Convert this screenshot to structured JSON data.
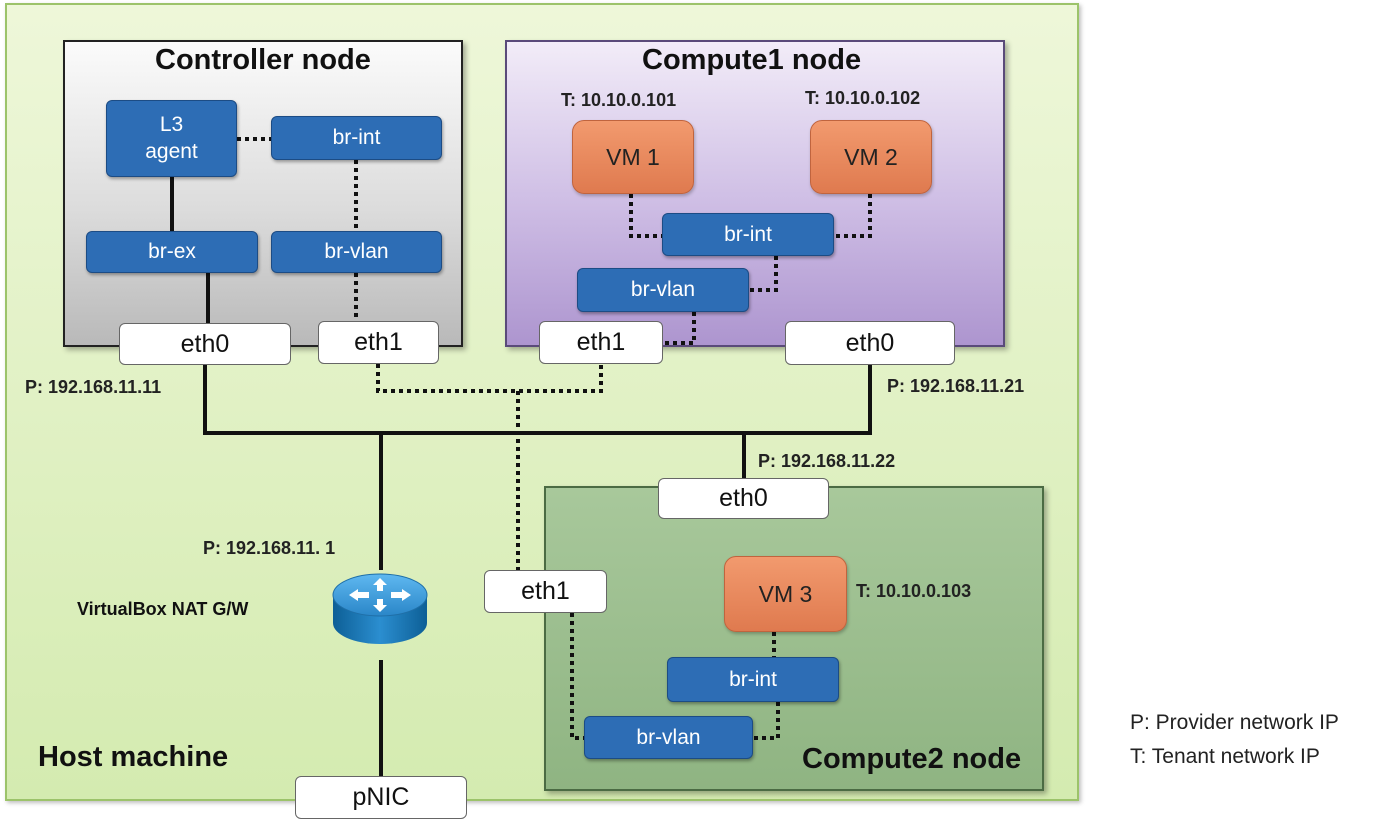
{
  "host": {
    "title": "Host machine"
  },
  "controller": {
    "title": "Controller node",
    "l3_agent_line1": "L3",
    "l3_agent_line2": "agent",
    "br_int": "br-int",
    "br_ex": "br-ex",
    "br_vlan": "br-vlan",
    "eth0": "eth0",
    "eth1": "eth1",
    "eth0_ip": "P: 192.168.11.11"
  },
  "compute1": {
    "title": "Compute1 node",
    "vm1": "VM 1",
    "vm2": "VM 2",
    "vm1_ip": "T: 10.10.0.101",
    "vm2_ip": "T: 10.10.0.102",
    "br_int": "br-int",
    "br_vlan": "br-vlan",
    "eth1": "eth1",
    "eth0": "eth0",
    "eth0_ip": "P: 192.168.11.21"
  },
  "compute2": {
    "title": "Compute2 node",
    "vm3": "VM 3",
    "vm3_ip": "T: 10.10.0.103",
    "br_int": "br-int",
    "br_vlan": "br-vlan",
    "eth0": "eth0",
    "eth1": "eth1",
    "eth0_ip": "P: 192.168.11.22"
  },
  "gateway": {
    "label": "VirtualBox NAT G/W",
    "ip": "P: 192.168.11. 1",
    "icon": "router-icon"
  },
  "pnic": "pNIC",
  "legend": {
    "provider": "P: Provider network IP",
    "tenant": "T: Tenant network IP"
  },
  "colors": {
    "host_bg": "#d4ebb0",
    "bridge": "#2d6db5",
    "vm": "#df7a4f",
    "compute1_bg": "#cdbce4",
    "compute2_bg": "#8fb482"
  }
}
